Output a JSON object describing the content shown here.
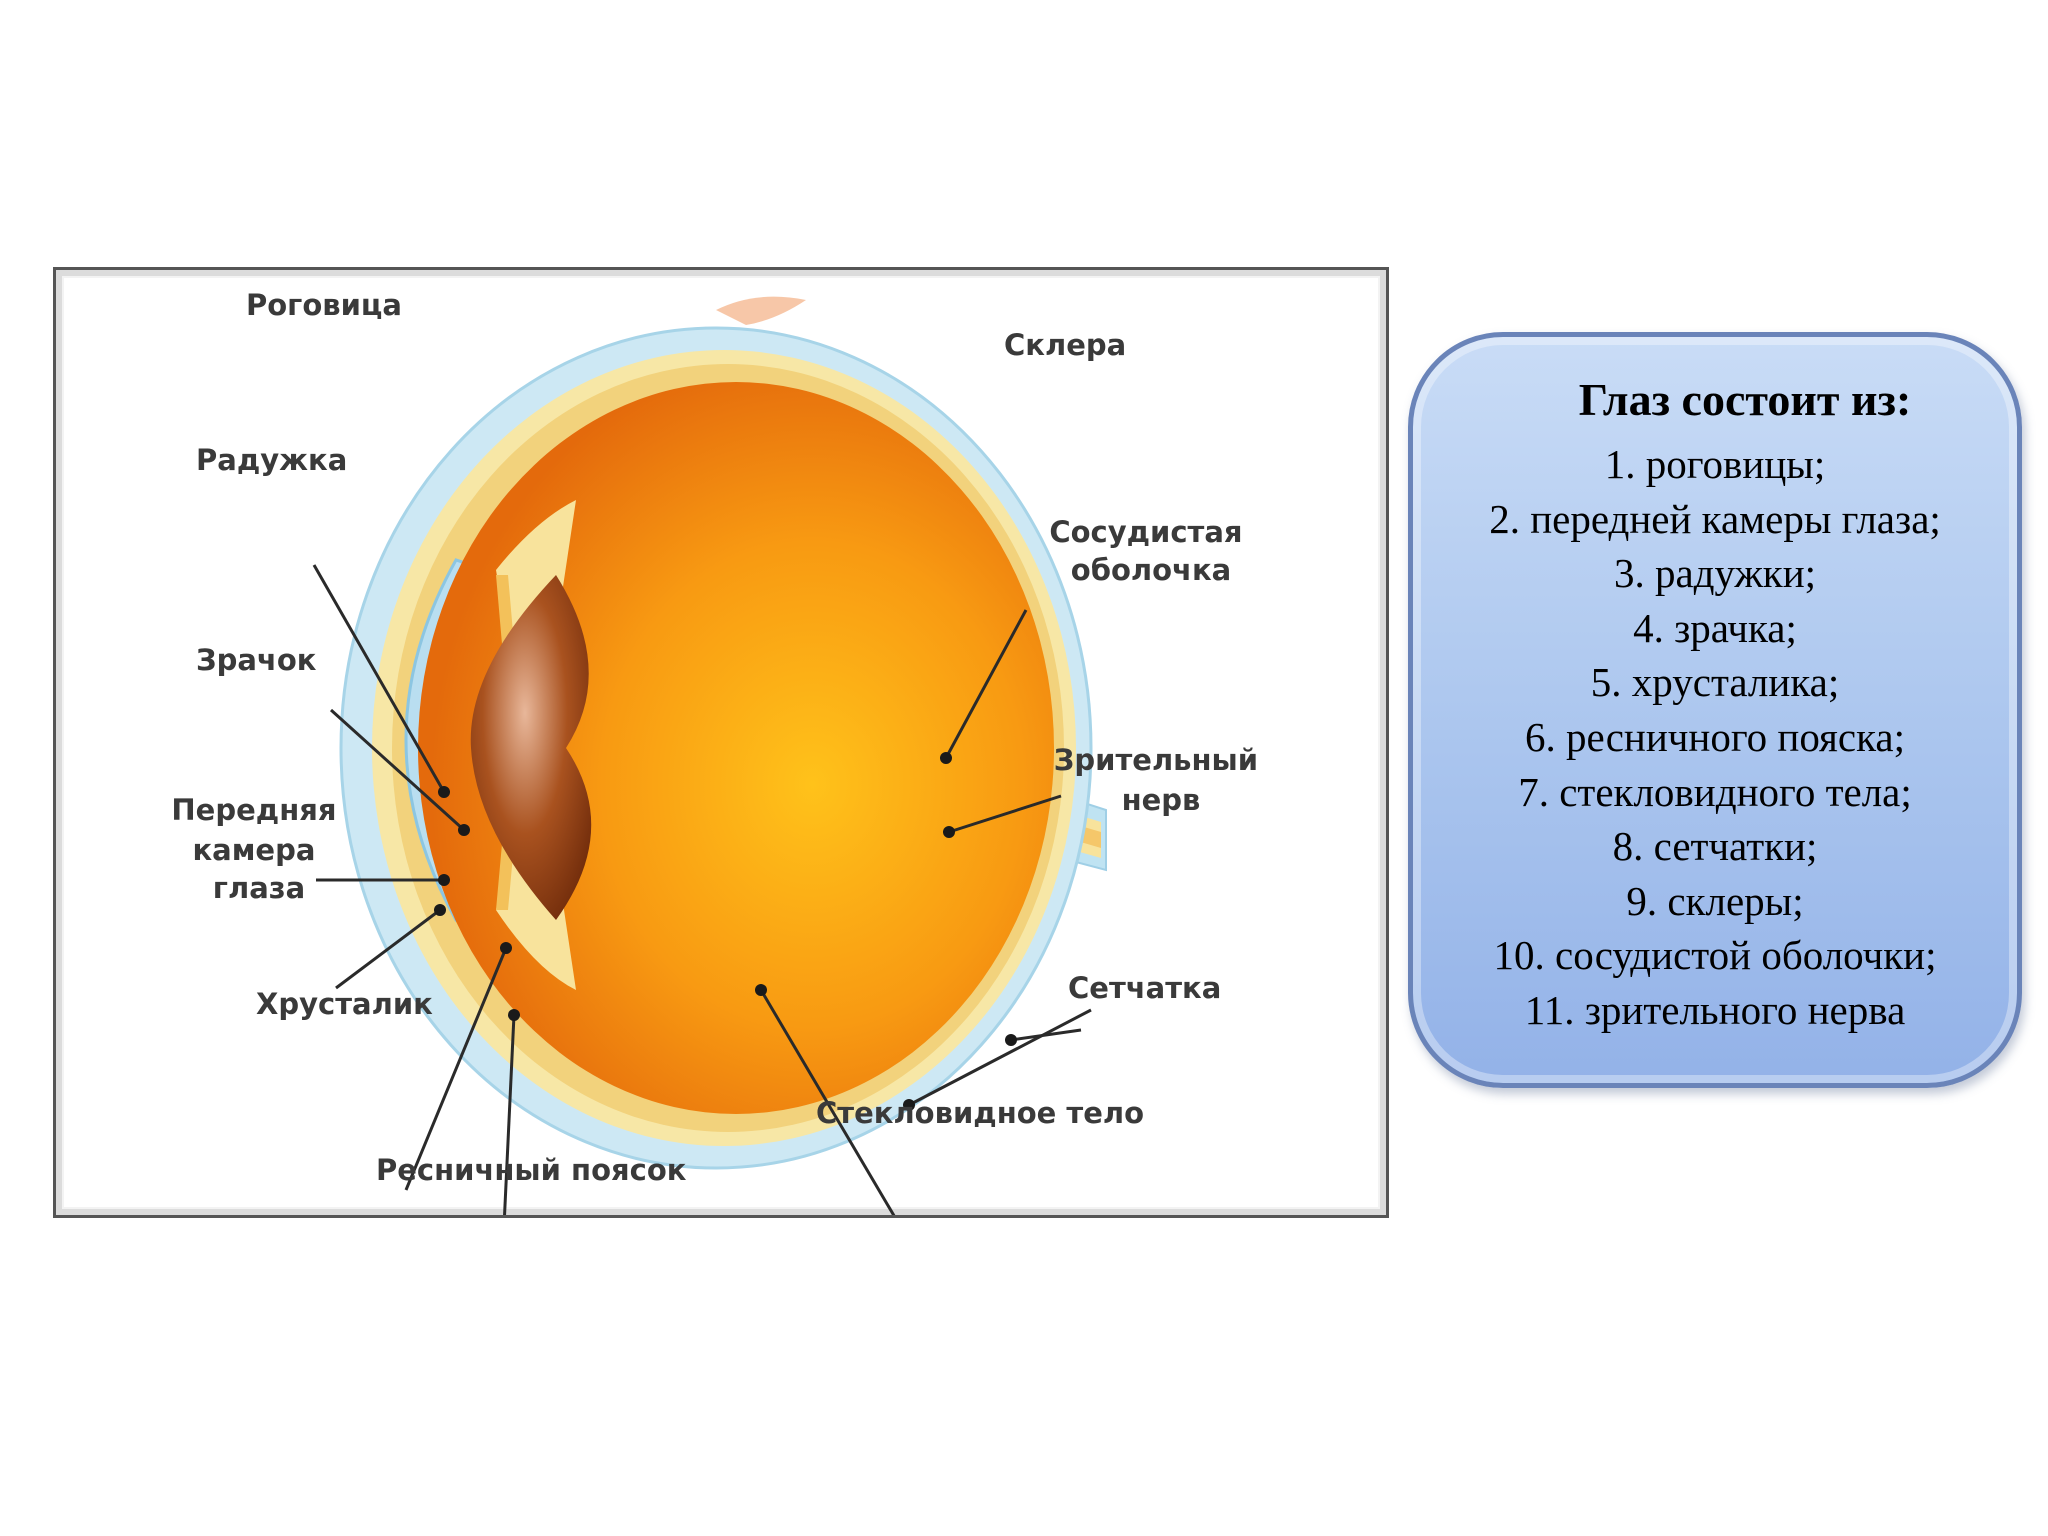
{
  "diagram": {
    "labels": {
      "cornea": "Роговица",
      "iris": "Радужка",
      "pupil": "Зрачок",
      "anterior_chamber": [
        "Передняя",
        "камера",
        "глаза"
      ],
      "lens": "Хрусталик",
      "ciliary_zonule": "Ресничный поясок",
      "sclera": "Склера",
      "choroid": [
        "Сосудистая",
        "оболочка"
      ],
      "optic_nerve": [
        "Зрительный",
        "нерв"
      ],
      "retina": "Сетчатка",
      "vitreous_body": "Стекловидное тело"
    },
    "colors": {
      "vitreous": "#f07a10",
      "vitreous_light": "#ffb800",
      "sclera": "#bfe3f2",
      "choroid": "#f6e08a",
      "lens": "#8a3a10"
    }
  },
  "panel": {
    "title": "Глаз состоит из:",
    "items": [
      "1. роговицы;",
      "2. передней камеры глаза;",
      "3. радужки;",
      "4. зрачка;",
      "5. хрусталика;",
      "6. ресничного пояска;",
      "7. стекловидного тела;",
      "8. сетчатки;",
      "9. склеры;",
      "10. сосудистой оболочки;",
      "11. зрительного нерва"
    ]
  }
}
